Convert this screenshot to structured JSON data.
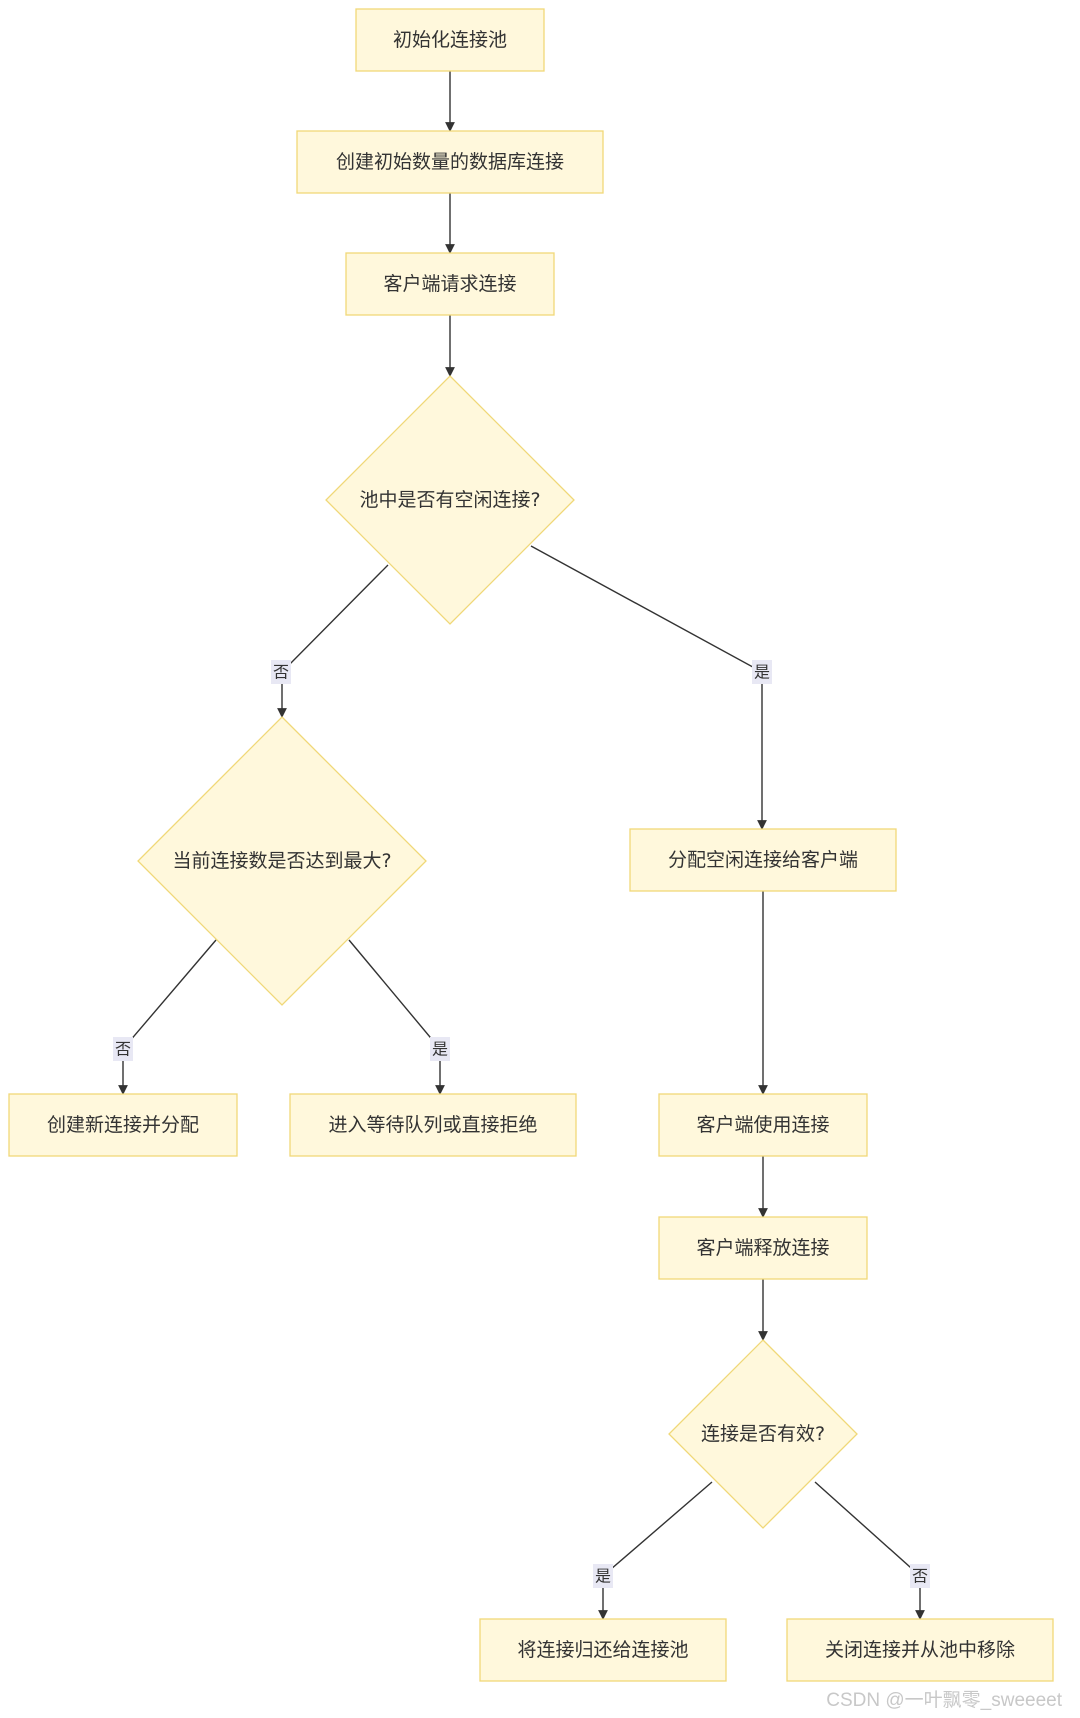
{
  "nodes": [
    {
      "id": "init_pool",
      "shape": "rect",
      "label": "初始化连接池"
    },
    {
      "id": "create_initial",
      "shape": "rect",
      "label": "创建初始数量的数据库连接"
    },
    {
      "id": "client_request",
      "shape": "rect",
      "label": "客户端请求连接"
    },
    {
      "id": "has_idle",
      "shape": "diamond",
      "label": "池中是否有空闲连接?"
    },
    {
      "id": "max_reached",
      "shape": "diamond",
      "label": "当前连接数是否达到最大?"
    },
    {
      "id": "assign_idle",
      "shape": "rect",
      "label": "分配空闲连接给客户端"
    },
    {
      "id": "create_new",
      "shape": "rect",
      "label": "创建新连接并分配"
    },
    {
      "id": "wait_or_reject",
      "shape": "rect",
      "label": "进入等待队列或直接拒绝"
    },
    {
      "id": "client_use",
      "shape": "rect",
      "label": "客户端使用连接"
    },
    {
      "id": "client_release",
      "shape": "rect",
      "label": "客户端释放连接"
    },
    {
      "id": "is_valid",
      "shape": "diamond",
      "label": "连接是否有效?"
    },
    {
      "id": "return_pool",
      "shape": "rect",
      "label": "将连接归还给连接池"
    },
    {
      "id": "close_remove",
      "shape": "rect",
      "label": "关闭连接并从池中移除"
    }
  ],
  "edges": [
    {
      "id": "e1",
      "from": "init_pool",
      "to": "create_initial",
      "label": ""
    },
    {
      "id": "e2",
      "from": "create_initial",
      "to": "client_request",
      "label": ""
    },
    {
      "id": "e3",
      "from": "client_request",
      "to": "has_idle",
      "label": ""
    },
    {
      "id": "e4",
      "from": "has_idle",
      "to": "max_reached",
      "label": "否"
    },
    {
      "id": "e5",
      "from": "has_idle",
      "to": "assign_idle",
      "label": "是"
    },
    {
      "id": "e6",
      "from": "max_reached",
      "to": "create_new",
      "label": "否"
    },
    {
      "id": "e7",
      "from": "max_reached",
      "to": "wait_or_reject",
      "label": "是"
    },
    {
      "id": "e8",
      "from": "assign_idle",
      "to": "client_use",
      "label": ""
    },
    {
      "id": "e9",
      "from": "client_use",
      "to": "client_release",
      "label": ""
    },
    {
      "id": "e10",
      "from": "client_release",
      "to": "is_valid",
      "label": ""
    },
    {
      "id": "e11",
      "from": "is_valid",
      "to": "return_pool",
      "label": "是"
    },
    {
      "id": "e12",
      "from": "is_valid",
      "to": "close_remove",
      "label": "否"
    }
  ],
  "watermark": "CSDN @一叶飘零_sweeeet",
  "colors": {
    "node_fill": "#fff8dc",
    "node_stroke": "#f0d878",
    "edge": "#333333",
    "label_bg": "#e8e8f4",
    "text": "#333333"
  }
}
